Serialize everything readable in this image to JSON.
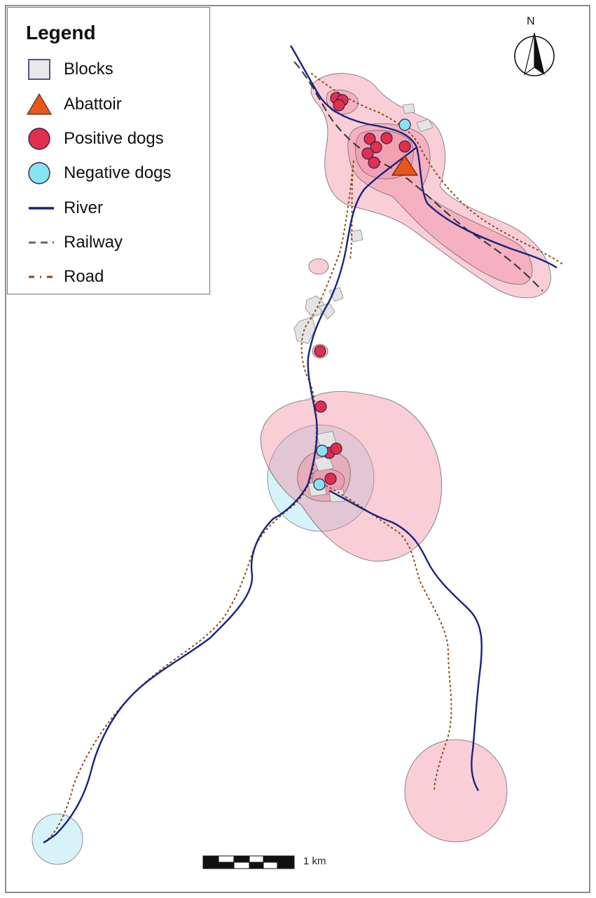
{
  "legend": {
    "title": "Legend",
    "items": [
      {
        "label": "Blocks",
        "symbol": "blocks-icon"
      },
      {
        "label": "Abattoir",
        "symbol": "abattoir-triangle-icon"
      },
      {
        "label": "Positive dogs",
        "symbol": "positive-dog-circle-icon"
      },
      {
        "label": "Negative dogs",
        "symbol": "negative-dog-circle-icon"
      },
      {
        "label": "River",
        "symbol": "river-line-icon"
      },
      {
        "label": "Railway",
        "symbol": "railway-dashed-line-icon"
      },
      {
        "label": "Road",
        "symbol": "road-dotted-line-icon"
      }
    ]
  },
  "north_arrow": {
    "label": "N"
  },
  "scale_bar": {
    "label": "1 km"
  },
  "colors": {
    "blocks_fill": "#e8e8e8",
    "abattoir": "#e8561e",
    "positive_dog": "#e0304e",
    "negative_dog": "#86e3f2",
    "river": "#1a237e",
    "railway": "#333333",
    "road": "#8b4a12",
    "pink_zone": "#f2a6b4",
    "blue_zone": "#cdeff7"
  }
}
